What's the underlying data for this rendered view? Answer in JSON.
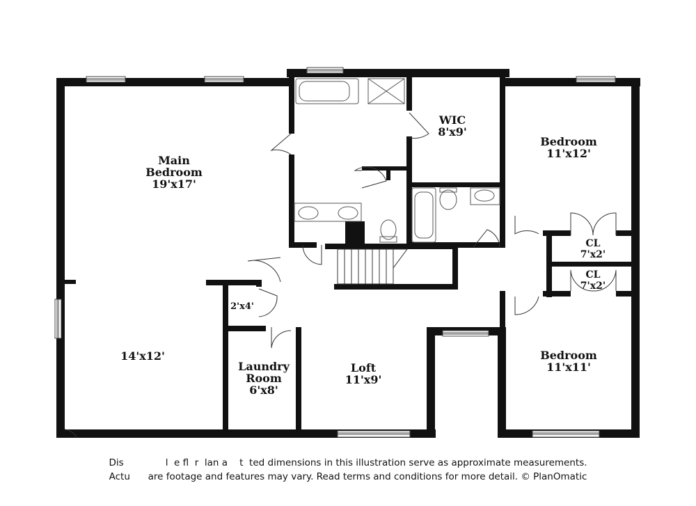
{
  "rooms": {
    "main_bedroom": {
      "name_line1": "Main",
      "name_line2": "Bedroom",
      "dims": "19'x17'"
    },
    "main_bedroom_lower": {
      "dims": "14'x12'"
    },
    "wic": {
      "name": "WIC",
      "dims": "8'x9'"
    },
    "bedroom_1": {
      "name": "Bedroom",
      "dims": "11'x12'"
    },
    "closet_1": {
      "name": "CL",
      "dims": "7'x2'"
    },
    "closet_2": {
      "name": "CL",
      "dims": "7'x2'"
    },
    "small_closet": {
      "dims": "2'x4'"
    },
    "laundry": {
      "name_line1": "Laundry",
      "name_line2": "Room",
      "dims": "6'x8'"
    },
    "loft": {
      "name": "Loft",
      "dims": "11'x9'"
    },
    "bedroom_2": {
      "name": "Bedroom",
      "dims": "11'x11'"
    }
  },
  "disclaimer": {
    "line1": "Dis              l  e fl  r  lan a    t  ted dimensions in this illustration serve as approximate measurements.",
    "line2": "Actu      are footage and features may vary. Read terms and conditions for more detail. © PlanOmatic"
  },
  "colors": {
    "wall": "#111111",
    "fixture": "#666666",
    "background": "#ffffff"
  }
}
